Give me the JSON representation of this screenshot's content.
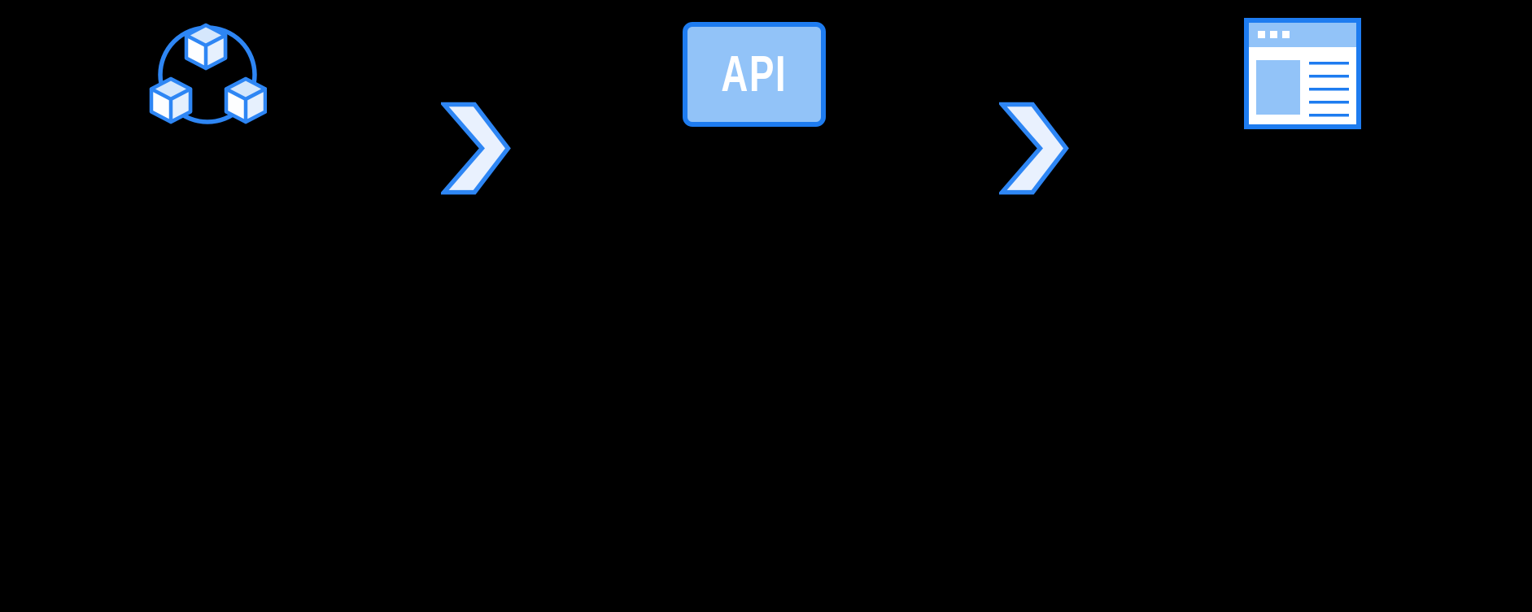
{
  "flow": {
    "steps": [
      {
        "name": "blockchain-network",
        "icon": "blockchain-cubes-icon",
        "label": ""
      },
      {
        "name": "api-service",
        "icon": "api-box",
        "label": "API"
      },
      {
        "name": "web-application",
        "icon": "browser-window-icon",
        "label": ""
      }
    ],
    "connector_icon": "chevron-right-icon",
    "connector_count": 2
  },
  "colors": {
    "background": "#000000",
    "stroke_blue": "#2E86F4",
    "border_blue": "#1E7CF0",
    "fill_medium_blue": "#92C3F8",
    "fill_pale_blue": "#E9F1FE",
    "cube_top_blue": "#D5E7FC",
    "cube_right_blue": "#E6F0FD",
    "text_white": "#FFFFFF"
  }
}
